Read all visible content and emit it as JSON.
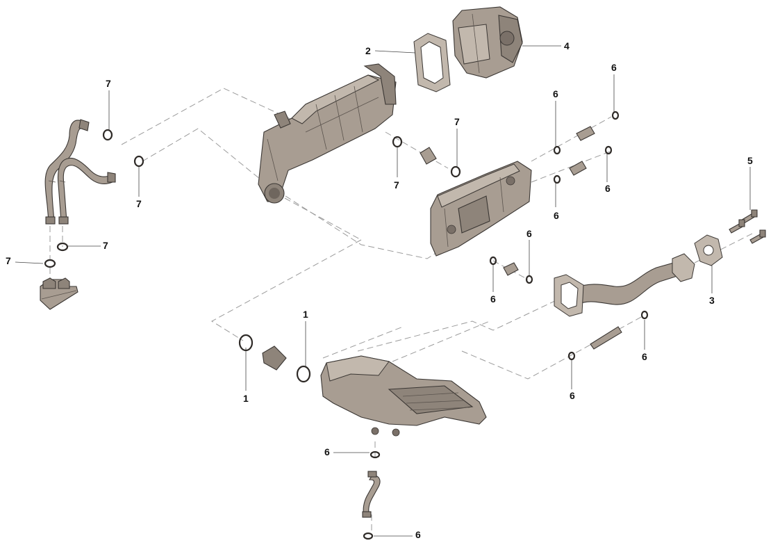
{
  "diagram": {
    "callouts": [
      "1",
      "1",
      "2",
      "3",
      "4",
      "5",
      "6",
      "6",
      "6",
      "6",
      "6",
      "6",
      "6",
      "6",
      "6",
      "6",
      "7",
      "7",
      "7",
      "7",
      "7",
      "7"
    ]
  }
}
